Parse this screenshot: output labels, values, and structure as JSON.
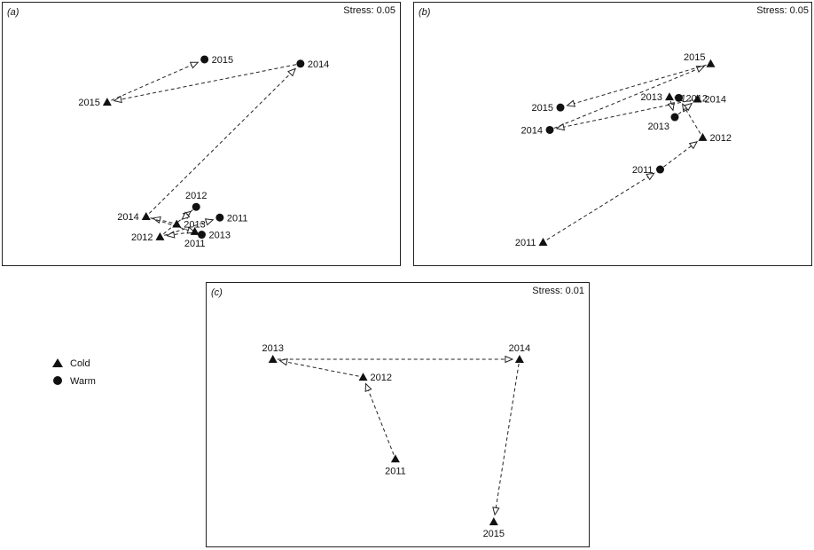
{
  "legend": {
    "entries": [
      {
        "marker": "triangle",
        "label": "Cold"
      },
      {
        "marker": "circle",
        "label": "Warm"
      }
    ]
  },
  "chart_data": [
    {
      "type": "scatter",
      "panel_label": "(a)",
      "stress": "Stress: 0.05",
      "series": [
        {
          "name": "Cold",
          "marker": "triangle",
          "points": [
            {
              "label": "2011",
              "x": -0.05,
              "y": -0.9
            },
            {
              "label": "2012",
              "x": -0.3,
              "y": -0.95
            },
            {
              "label": "2013",
              "x": -0.18,
              "y": -0.83
            },
            {
              "label": "2014",
              "x": -0.4,
              "y": -0.76
            },
            {
              "label": "2015",
              "x": -0.68,
              "y": 0.31
            }
          ]
        },
        {
          "name": "Warm",
          "marker": "circle",
          "points": [
            {
              "label": "2011",
              "x": 0.13,
              "y": -0.77
            },
            {
              "label": "2012",
              "x": -0.04,
              "y": -0.67
            },
            {
              "label": "2013",
              "x": 0.0,
              "y": -0.93
            },
            {
              "label": "2014",
              "x": 0.71,
              "y": 0.67
            },
            {
              "label": "2015",
              "x": 0.02,
              "y": 0.71
            }
          ]
        }
      ],
      "arrows": [
        {
          "from": "Cold:2011",
          "to": "Cold:2012"
        },
        {
          "from": "Cold:2012",
          "to": "Warm:2011"
        },
        {
          "from": "Cold:2012",
          "to": "Warm:2012"
        },
        {
          "from": "Warm:2012",
          "to": "Cold:2013"
        },
        {
          "from": "Cold:2013",
          "to": "Cold:2014"
        },
        {
          "from": "Cold:2014",
          "to": "Warm:2013"
        },
        {
          "from": "Cold:2014",
          "to": "Warm:2014"
        },
        {
          "from": "Warm:2014",
          "to": "Cold:2015"
        },
        {
          "from": "Cold:2015",
          "to": "Warm:2015"
        }
      ]
    },
    {
      "type": "scatter",
      "panel_label": "(b)",
      "stress": "Stress: 0.05",
      "series": [
        {
          "name": "Cold",
          "marker": "triangle",
          "points": [
            {
              "label": "2011",
              "x": -0.55,
              "y": -1.0
            },
            {
              "label": "2012",
              "x": 0.65,
              "y": -0.02
            },
            {
              "label": "2013",
              "x": 0.4,
              "y": 0.36
            },
            {
              "label": "2014",
              "x": 0.61,
              "y": 0.34
            },
            {
              "label": "2015",
              "x": 0.71,
              "y": 0.67
            }
          ]
        },
        {
          "name": "Warm",
          "marker": "circle",
          "points": [
            {
              "label": "2011",
              "x": 0.33,
              "y": -0.32
            },
            {
              "label": "2012",
              "x": 0.47,
              "y": 0.35
            },
            {
              "label": "2013",
              "x": 0.44,
              "y": 0.17
            },
            {
              "label": "2014",
              "x": -0.5,
              "y": 0.05
            },
            {
              "label": "2015",
              "x": -0.42,
              "y": 0.26
            }
          ]
        }
      ],
      "arrows": [
        {
          "from": "Cold:2011",
          "to": "Warm:2011"
        },
        {
          "from": "Warm:2011",
          "to": "Cold:2012"
        },
        {
          "from": "Cold:2012",
          "to": "Warm:2012"
        },
        {
          "from": "Warm:2012",
          "to": "Cold:2013"
        },
        {
          "from": "Cold:2013",
          "to": "Warm:2013"
        },
        {
          "from": "Warm:2013",
          "to": "Cold:2014"
        },
        {
          "from": "Cold:2014",
          "to": "Warm:2014"
        },
        {
          "from": "Warm:2014",
          "to": "Cold:2015"
        },
        {
          "from": "Cold:2015",
          "to": "Warm:2015"
        }
      ]
    },
    {
      "type": "scatter",
      "panel_label": "(c)",
      "stress": "Stress: 0.01",
      "series": [
        {
          "name": "Cold",
          "marker": "triangle",
          "points": [
            {
              "label": "2011",
              "x": -0.05,
              "y": -0.4
            },
            {
              "label": "2012",
              "x": -0.25,
              "y": 0.38
            },
            {
              "label": "2013",
              "x": -0.81,
              "y": 0.55
            },
            {
              "label": "2014",
              "x": 0.72,
              "y": 0.55
            },
            {
              "label": "2015",
              "x": 0.56,
              "y": -1.0
            }
          ]
        }
      ],
      "arrows": [
        {
          "from": "Cold:2011",
          "to": "Cold:2012"
        },
        {
          "from": "Cold:2012",
          "to": "Cold:2013"
        },
        {
          "from": "Cold:2013",
          "to": "Cold:2014"
        },
        {
          "from": "Cold:2014",
          "to": "Cold:2015"
        }
      ]
    }
  ]
}
